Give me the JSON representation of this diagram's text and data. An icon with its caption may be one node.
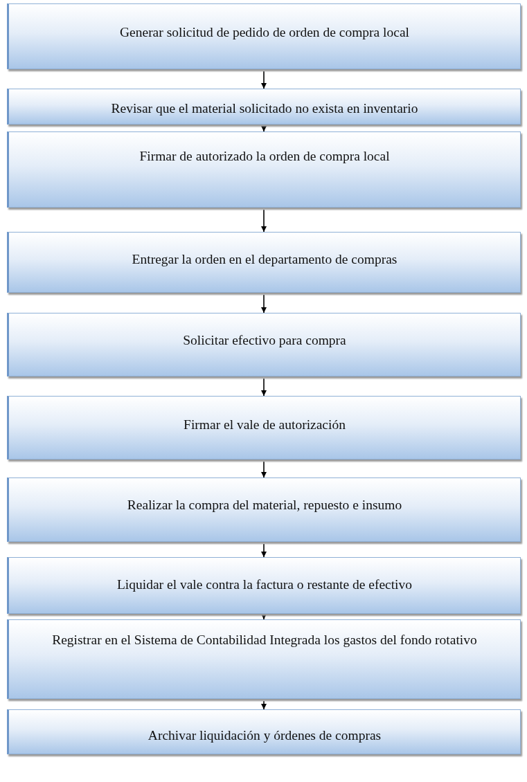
{
  "diagram": {
    "nodes": [
      {
        "text": [
          "Generar solicitud de pedido de orden de compra local"
        ]
      },
      {
        "text": [
          "Revisar que el material solicitado no exista en inventario"
        ]
      },
      {
        "text": [
          "Firmar de autorizado la orden de compra local"
        ]
      },
      {
        "text": [
          "Entregar  la orden en el departamento de compras"
        ]
      },
      {
        "text": [
          "Solicitar efectivo para compra"
        ]
      },
      {
        "text": [
          "Firmar el vale de autorización"
        ]
      },
      {
        "text": [
          "Realizar la compra del material, repuesto e insumo"
        ]
      },
      {
        "text": [
          "Liquidar el vale contra la factura o restante de efectivo"
        ]
      },
      {
        "text": [
          "Registrar en el Sistema de Contabilidad Integrada los gastos del fondo rotativo"
        ]
      },
      {
        "text": [
          "Archivar liquidación y órdenes de compras"
        ]
      }
    ],
    "edges": [
      {
        "from": 0,
        "to": 1,
        "arrow": "to"
      },
      {
        "from": 1,
        "to": 2,
        "arrow": "to"
      },
      {
        "from": 2,
        "to": 3,
        "arrow": "to"
      },
      {
        "from": 3,
        "to": 4,
        "arrow": "to"
      },
      {
        "from": 4,
        "to": 5,
        "arrow": "to"
      },
      {
        "from": 5,
        "to": 6,
        "arrow": "to"
      },
      {
        "from": 6,
        "to": 7,
        "arrow": "to"
      },
      {
        "from": 7,
        "to": 8,
        "arrow": "to"
      },
      {
        "from": 8,
        "to": 9,
        "arrow": "to"
      }
    ]
  }
}
